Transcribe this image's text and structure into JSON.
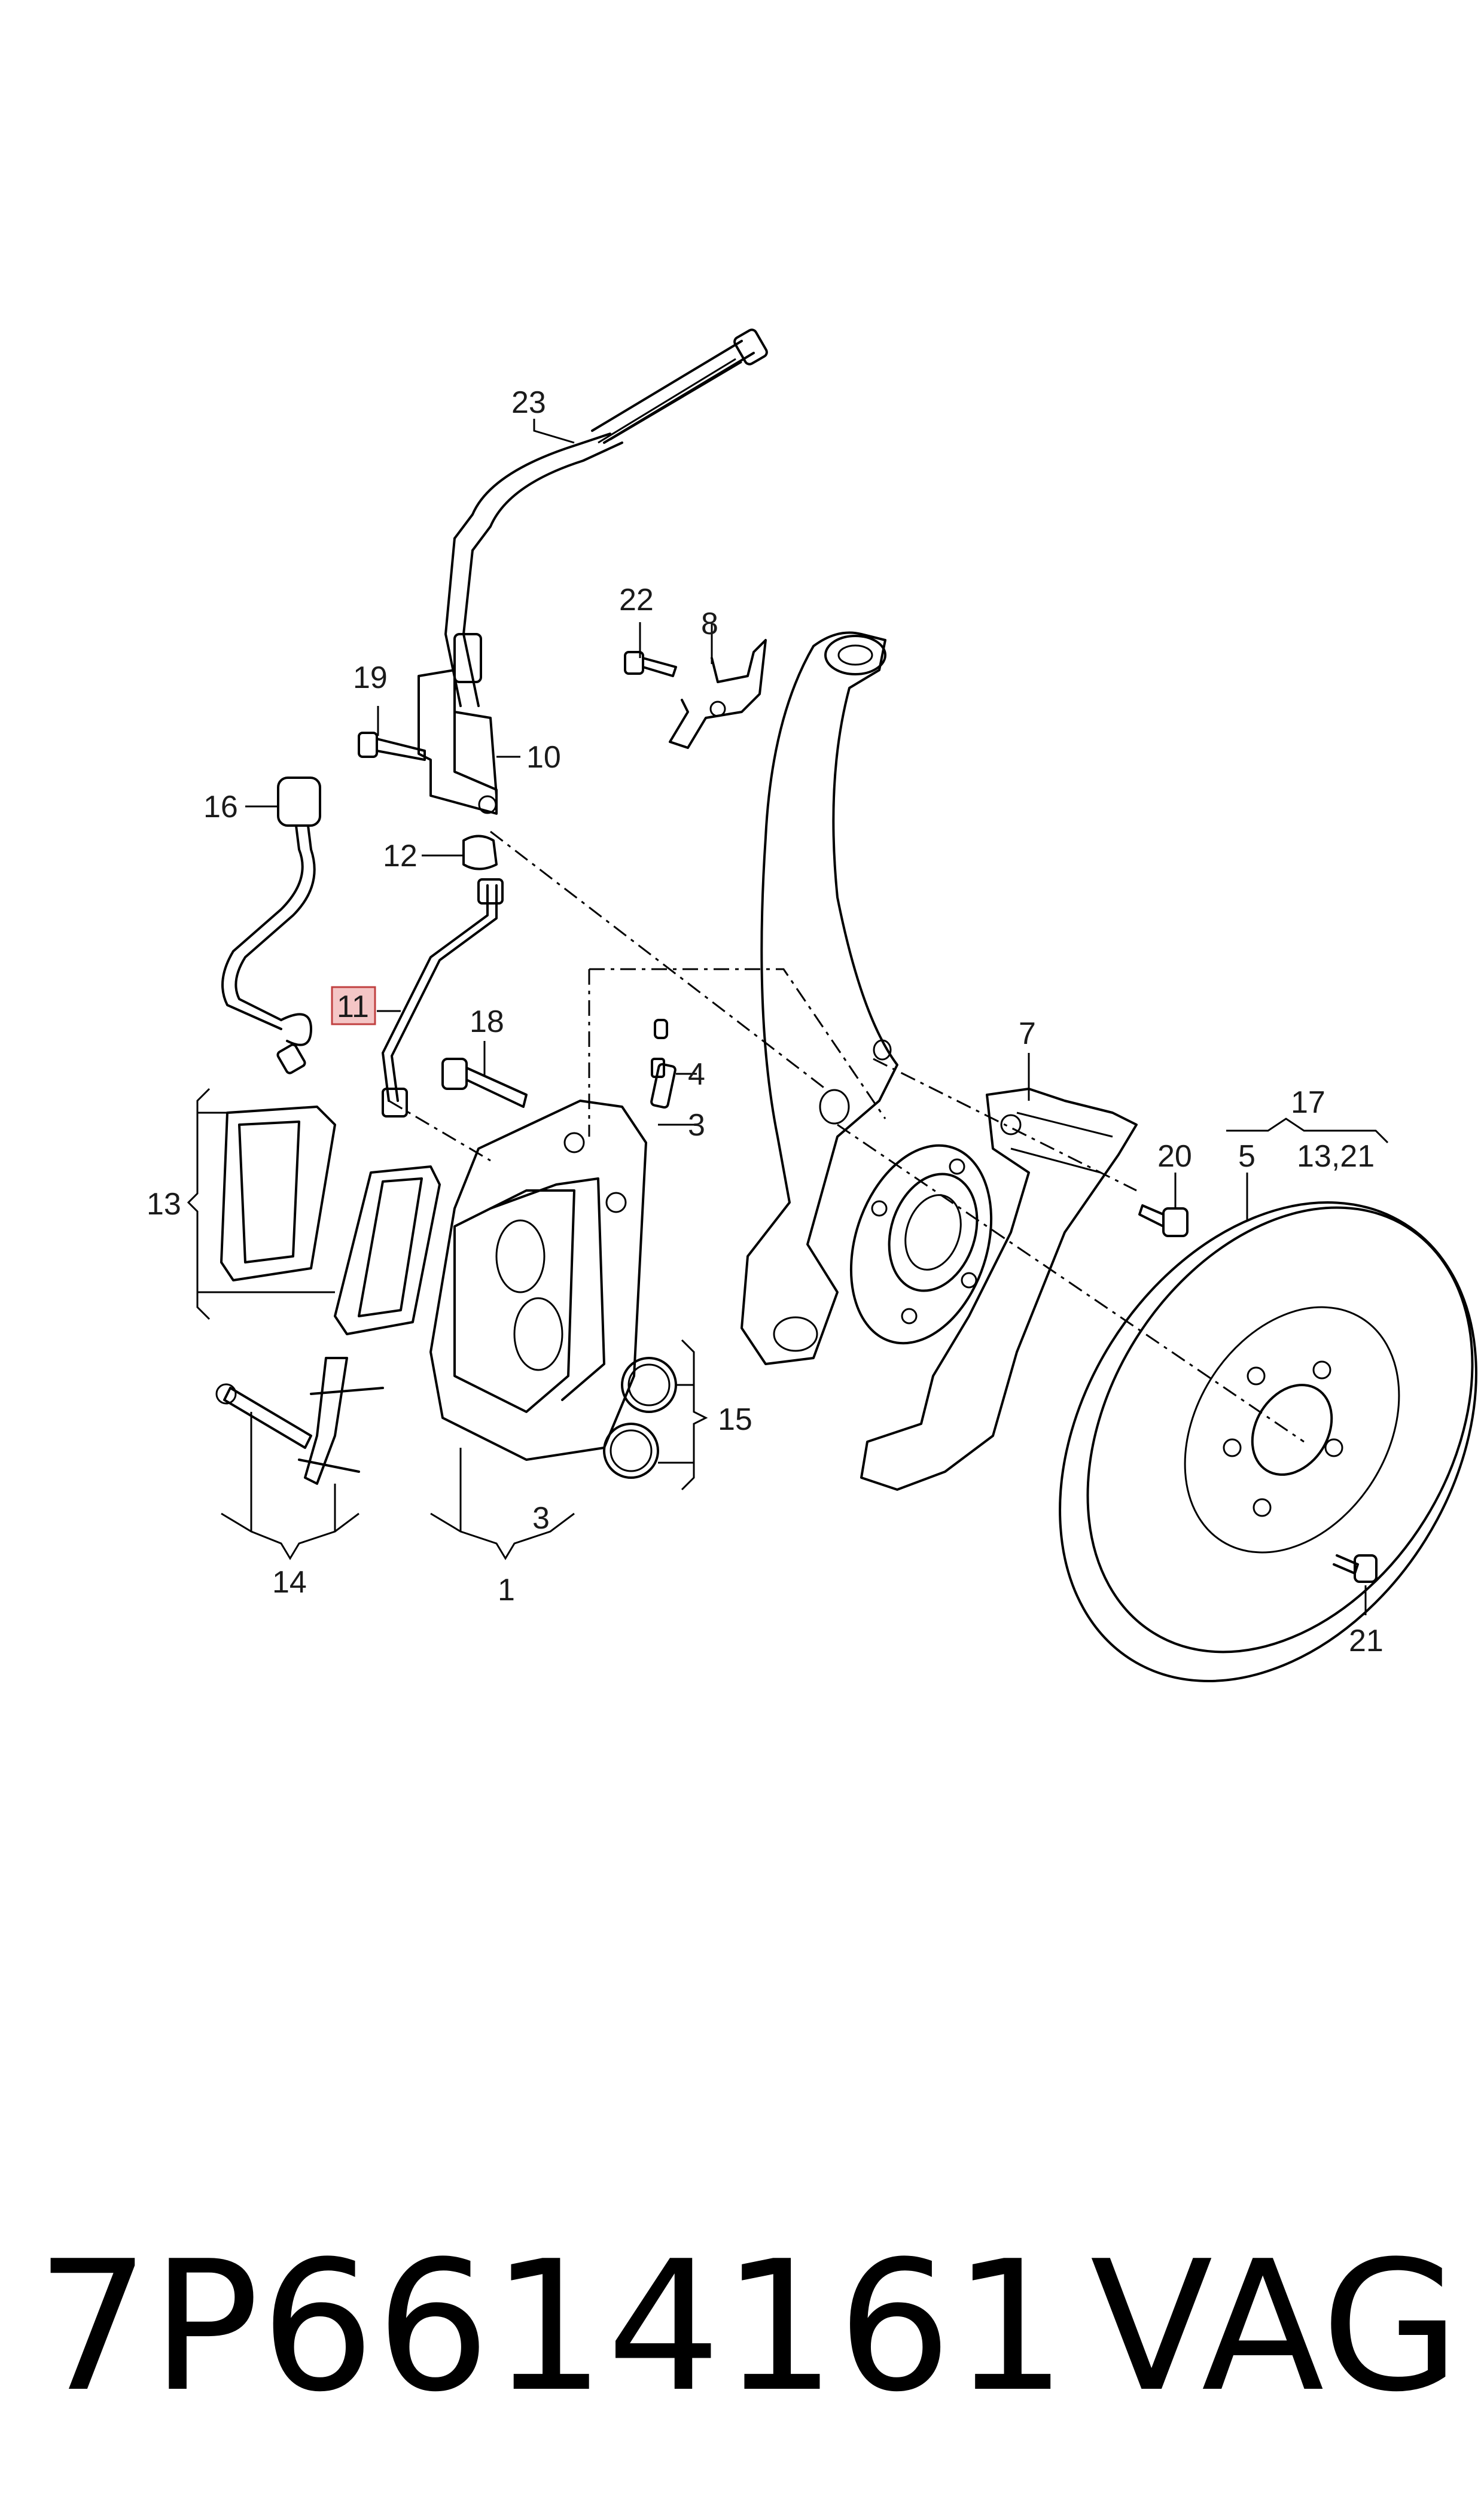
{
  "labels": {
    "l1": "1",
    "l3a": "3",
    "l3b": "3",
    "l4": "4",
    "l5": "5",
    "l7": "7",
    "l8": "8",
    "l10": "10",
    "l11": "11",
    "l12": "12",
    "l13": "13",
    "l14": "14",
    "l15": "15",
    "l16": "16",
    "l17": "17",
    "l1321": "13,21",
    "l18": "18",
    "l19": "19",
    "l20": "20",
    "l21": "21",
    "l22": "22",
    "l23": "23"
  },
  "highlight_color": "#f4c6c6",
  "footer": {
    "part_number": "7P6614161",
    "brand": "VAG"
  }
}
